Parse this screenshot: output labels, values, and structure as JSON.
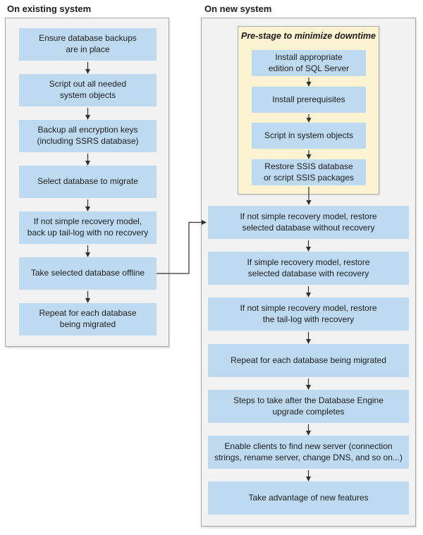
{
  "colors": {
    "panel_bg": "#f2f2f2",
    "panel_border": "#a7a7a7",
    "step_bg": "#bedaf1",
    "prestage_bg": "#fbf3d1",
    "prestage_border": "#ababab",
    "arrow": "#303030",
    "text": "#1d1d1d"
  },
  "existing_system": {
    "title": "On existing system",
    "steps": [
      "Ensure database backups\nare in place",
      "Script out all needed\nsystem objects",
      "Backup all encryption keys\n(including SSRS database)",
      "Select database to migrate",
      "If not simple recovery model,\nback up tail-log with no recovery",
      "Take selected database offline",
      "Repeat for each database\nbeing migrated"
    ]
  },
  "new_system": {
    "title": "On new system",
    "prestage": {
      "title": "Pre-stage to minimize downtime",
      "steps": [
        "Install appropriate\nedition of SQL Server",
        "Install prerequisites",
        "Script in system objects",
        "Restore SSIS database\nor script SSIS packages"
      ]
    },
    "steps": [
      "If not simple recovery model, restore\nselected database without recovery",
      "If simple recovery model, restore\nselected database with recovery",
      "If not simple recovery model, restore\nthe tail-log with recovery",
      "Repeat for each database being migrated",
      "Steps to take after the Database Engine\nupgrade completes",
      "Enable clients to find new server (connection\nstrings, rename server, change DNS, and so on...)",
      "Take advantage of new features"
    ]
  }
}
